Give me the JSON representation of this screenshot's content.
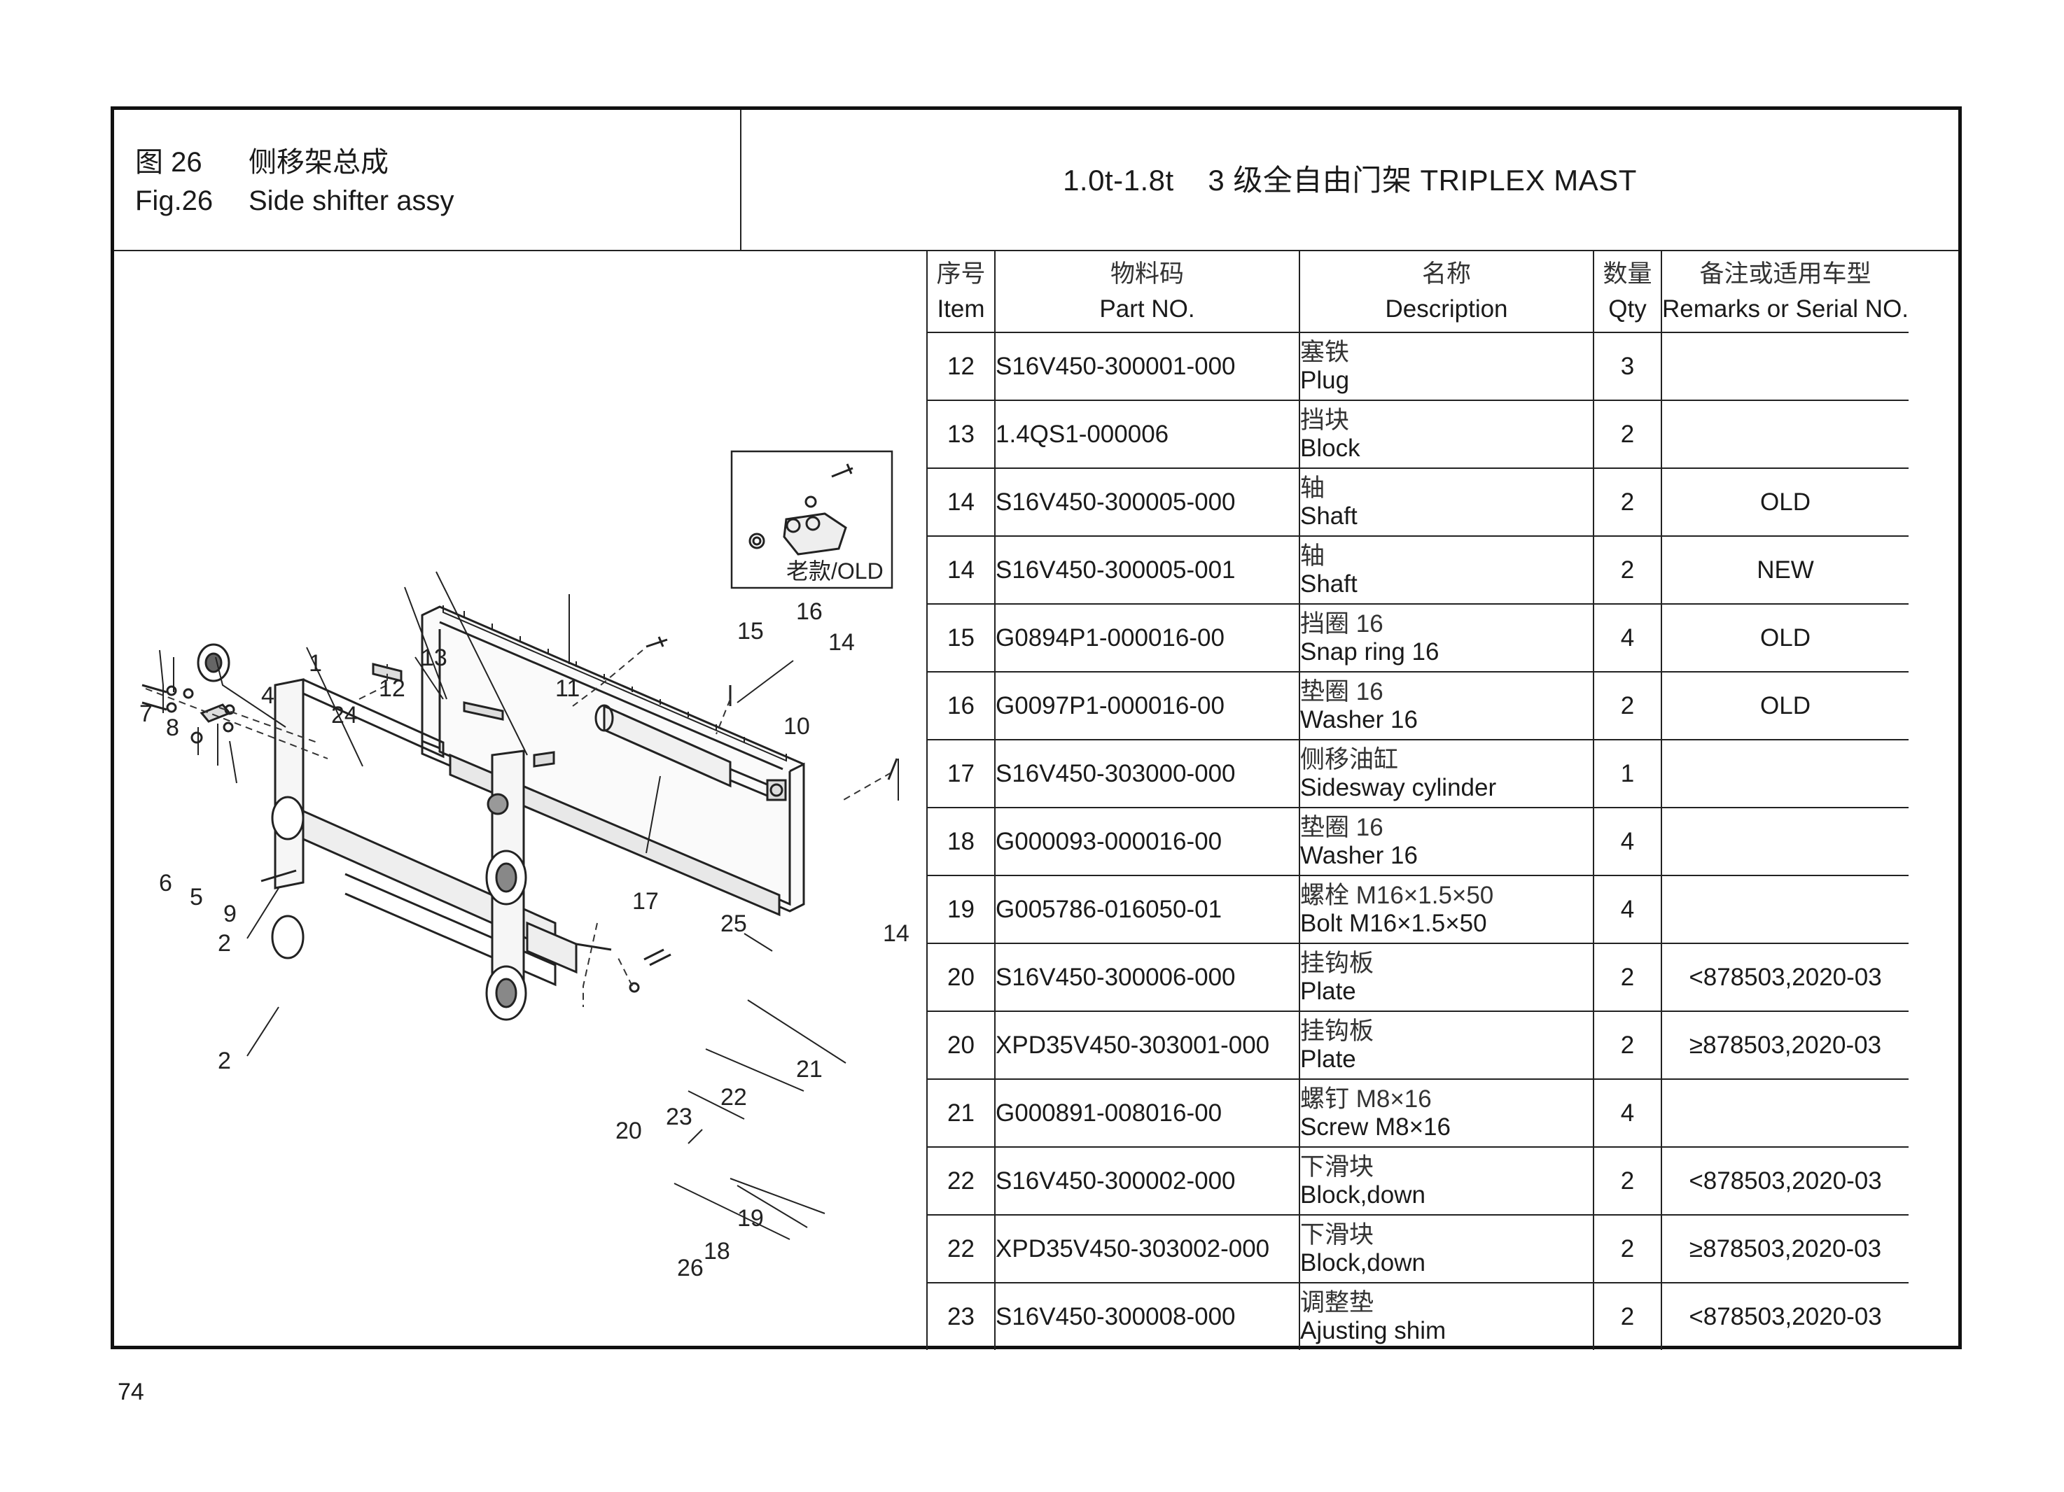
{
  "header": {
    "fig_cn_num": "图 26",
    "fig_cn_title": "侧移架总成",
    "fig_en_num": "Fig.26",
    "fig_en_title": "Side shifter assy",
    "model_title": "1.0t-1.8t    3 级全自由门架 TRIPLEX MAST"
  },
  "table": {
    "columns": [
      {
        "cn": "序号",
        "en": "Item"
      },
      {
        "cn": "物料码",
        "en": "Part NO."
      },
      {
        "cn": "名称",
        "en": "Description"
      },
      {
        "cn": "数量",
        "en": "Qty"
      },
      {
        "cn": "备注或适用车型",
        "en": "Remarks or Serial NO."
      }
    ],
    "rows": [
      {
        "item": "12",
        "part": "S16V450-300001-000",
        "desc_cn": "塞铁",
        "desc_en": "Plug",
        "qty": "3",
        "remarks": ""
      },
      {
        "item": "13",
        "part": "1.4QS1-000006",
        "desc_cn": "挡块",
        "desc_en": "Block",
        "qty": "2",
        "remarks": ""
      },
      {
        "item": "14",
        "part": "S16V450-300005-000",
        "desc_cn": "轴",
        "desc_en": "Shaft",
        "qty": "2",
        "remarks": "OLD"
      },
      {
        "item": "14",
        "part": "S16V450-300005-001",
        "desc_cn": "轴",
        "desc_en": "Shaft",
        "qty": "2",
        "remarks": "NEW"
      },
      {
        "item": "15",
        "part": "G0894P1-000016-00",
        "desc_cn": "挡圈  16",
        "desc_en": "Snap ring 16",
        "qty": "4",
        "remarks": "OLD"
      },
      {
        "item": "16",
        "part": "G0097P1-000016-00",
        "desc_cn": "垫圈  16",
        "desc_en": "Washer 16",
        "qty": "2",
        "remarks": "OLD"
      },
      {
        "item": "17",
        "part": "S16V450-303000-000",
        "desc_cn": "侧移油缸",
        "desc_en": "Sidesway cylinder",
        "qty": "1",
        "remarks": ""
      },
      {
        "item": "18",
        "part": "G000093-000016-00",
        "desc_cn": "垫圈  16",
        "desc_en": "Washer 16",
        "qty": "4",
        "remarks": ""
      },
      {
        "item": "19",
        "part": "G005786-016050-01",
        "desc_cn": "螺栓 M16×1.5×50",
        "desc_en": "Bolt M16×1.5×50",
        "qty": "4",
        "remarks": ""
      },
      {
        "item": "20",
        "part": "S16V450-300006-000",
        "desc_cn": "挂钩板",
        "desc_en": "Plate",
        "qty": "2",
        "remarks": "<878503,2020-03"
      },
      {
        "item": "20",
        "part": "XPD35V450-303001-000",
        "desc_cn": "挂钩板",
        "desc_en": "Plate",
        "qty": "2",
        "remarks": "≥878503,2020-03"
      },
      {
        "item": "21",
        "part": "G000891-008016-00",
        "desc_cn": "螺钉 M8×16",
        "desc_en": "Screw M8×16",
        "qty": "4",
        "remarks": ""
      },
      {
        "item": "22",
        "part": "S16V450-300002-000",
        "desc_cn": "下滑块",
        "desc_en": "Block,down",
        "qty": "2",
        "remarks": "<878503,2020-03"
      },
      {
        "item": "22",
        "part": "XPD35V450-303002-000",
        "desc_cn": "下滑块",
        "desc_en": "Block,down",
        "qty": "2",
        "remarks": "≥878503,2020-03"
      },
      {
        "item": "23",
        "part": "S16V450-300008-000",
        "desc_cn": "调整垫",
        "desc_en": "Ajusting shim",
        "qty": "2",
        "remarks": "<878503,2020-03"
      }
    ]
  },
  "diagram": {
    "callouts": [
      "1",
      "2",
      "2",
      "4",
      "6",
      "5",
      "7",
      "8",
      "9",
      "10",
      "11",
      "12",
      "13",
      "14",
      "16",
      "15",
      "14",
      "17",
      "18",
      "19",
      "20",
      "21",
      "22",
      "23",
      "24",
      "25",
      "26"
    ],
    "inset_label": "老款/OLD"
  },
  "page_number": "74"
}
